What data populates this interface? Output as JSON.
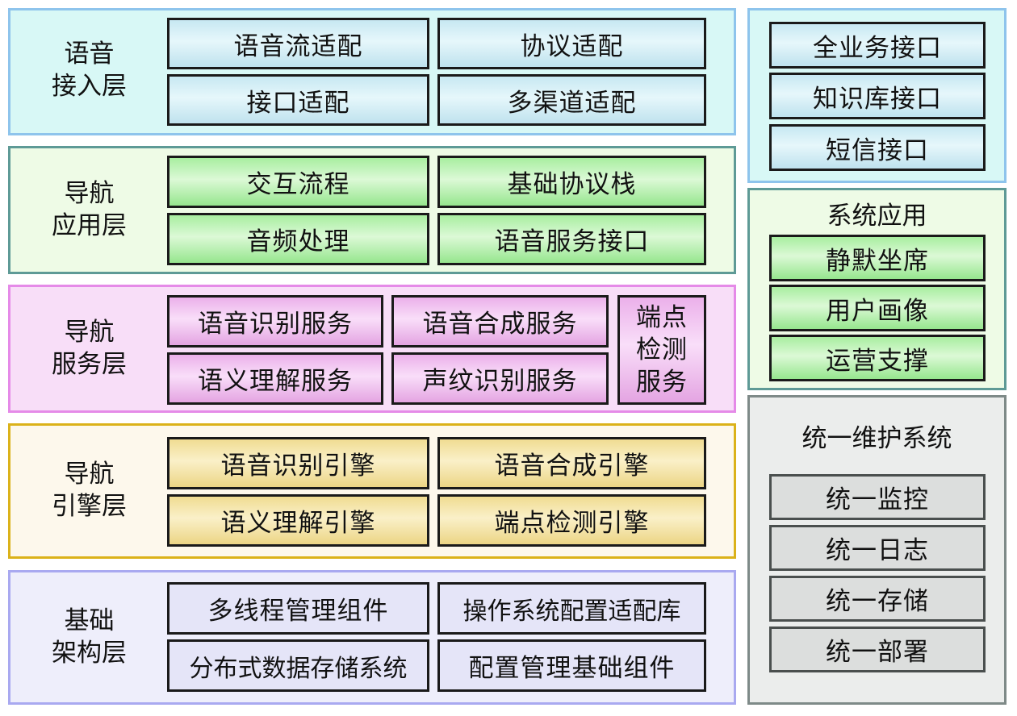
{
  "theme_colors": {
    "voice_access": "#d8f8f6",
    "nav_app": "#eefbe6",
    "nav_service": "#f8def8",
    "nav_engine": "#fdf8ec",
    "infrastructure": "#eeeefb",
    "maintenance": "#ebedec"
  },
  "layers": [
    {
      "label_line1": "语音",
      "label_line2": "接入层",
      "items": [
        "语音流适配",
        "协议适配",
        "接口适配",
        "多渠道适配"
      ]
    },
    {
      "label_line1": "导航",
      "label_line2": "应用层",
      "items": [
        "交互流程",
        "基础协议栈",
        "音频处理",
        "语音服务接口"
      ]
    },
    {
      "label_line1": "导航",
      "label_line2": "服务层",
      "items": [
        "语音识别服务",
        "语音合成服务",
        "语义理解服务",
        "声纹识别服务"
      ],
      "side_item_lines": [
        "端点",
        "检测",
        "服务"
      ]
    },
    {
      "label_line1": "导航",
      "label_line2": "引擎层",
      "items": [
        "语音识别引擎",
        "语音合成引擎",
        "语义理解引擎",
        "端点检测引擎"
      ]
    },
    {
      "label_line1": "基础",
      "label_line2": "架构层",
      "items": [
        "多线程管理组件",
        "操作系统配置适配库",
        "分布式数据存储系统",
        "配置管理基础组件"
      ]
    }
  ],
  "right_panels": {
    "interfaces": {
      "items": [
        "全业务接口",
        "知识库接口",
        "短信接口"
      ]
    },
    "system_apps": {
      "title": "系统应用",
      "items": [
        "静默坐席",
        "用户画像",
        "运营支撑"
      ]
    },
    "maintenance": {
      "title": "统一维护系统",
      "items": [
        "统一监控",
        "统一日志",
        "统一存储",
        "统一部署"
      ]
    }
  }
}
